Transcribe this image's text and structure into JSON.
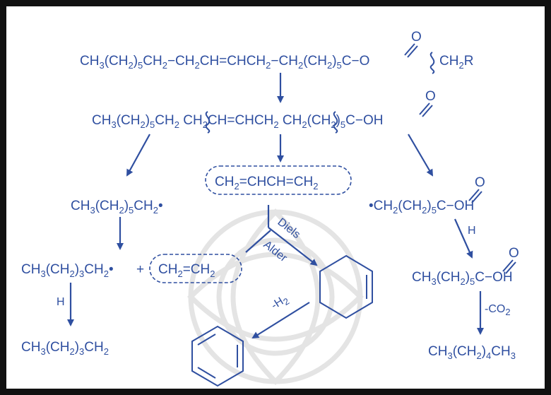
{
  "molecules": {
    "parent": "CH3(CH2)5CH2−CH2CH=CHCH2−CH2(CH2)5C(=O)−O−CH2R",
    "acid": "CH3(CH2)5CH2−CH2CH=CHCH2−CH2(CH2)5C(=O)−OH",
    "butadiene": "CH2=CHCH=CH2",
    "heptyl_radical": "CH3(CH2)5CH2•",
    "pentyl_radical": "CH3(CH2)3CH2•",
    "ethylene": "CH2=CH2",
    "pentane": "CH3(CH2)3CH2",
    "acid_radical": "•CH2(CH2)5C(=O)−OH",
    "heptanoic_acid": "CH3(CH2)5C(=O)−OH",
    "hexane": "CH3(CH2)4CH3",
    "cyclohexene": "cyclohexene",
    "benzene": "benzene"
  },
  "labels": {
    "diels": "Diels",
    "alder": "Alder",
    "minus_h2": "-H2",
    "h_left": "H",
    "h_right": "H",
    "minus_co2": "-CO2",
    "plus": "+"
  },
  "colors": {
    "ink": "#2f4fa0",
    "frame": "#111111",
    "watermark": "#e4e4e4"
  }
}
